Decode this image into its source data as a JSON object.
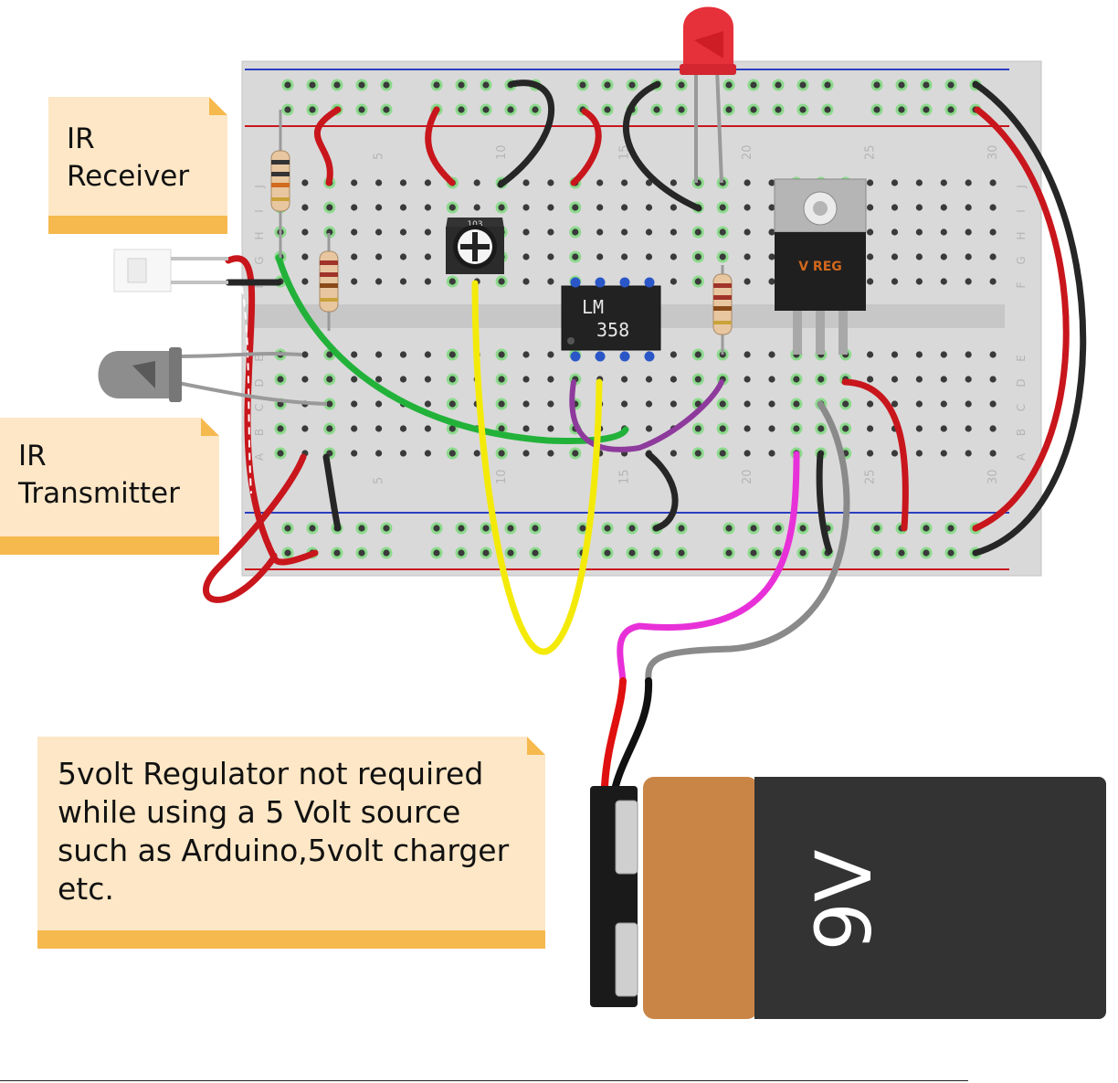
{
  "labels": {
    "ir_receiver": "IR\nReceiver",
    "ir_transmitter": "IR\nTransmitter",
    "regulator_note": "5volt Regulator not required\nwhile using a 5 Volt source\nsuch as Arduino,5volt charger\netc."
  },
  "breadboard": {
    "column_numbers": [
      "5",
      "10",
      "15",
      "20",
      "25",
      "30"
    ],
    "row_letters_top": [
      "J",
      "I",
      "H",
      "G",
      "F"
    ],
    "row_letters_bottom": [
      "E",
      "D",
      "C",
      "B",
      "A"
    ]
  },
  "components": {
    "opamp_line1": "LM",
    "opamp_line2": "358",
    "regulator": "V REG",
    "trimpot": "103",
    "battery": "9V"
  },
  "colors": {
    "wire_red": "#c8161c",
    "wire_black": "#262626",
    "wire_green": "#22b23a",
    "wire_yellow": "#f4ea0a",
    "wire_purple": "#8e3a9c",
    "wire_magenta": "#e830d8",
    "wire_gray": "#8a8a8a",
    "note_fill": "#fde7c6",
    "note_band": "#f6b94e",
    "battery_copper": "#c98546",
    "battery_body": "#333333"
  }
}
